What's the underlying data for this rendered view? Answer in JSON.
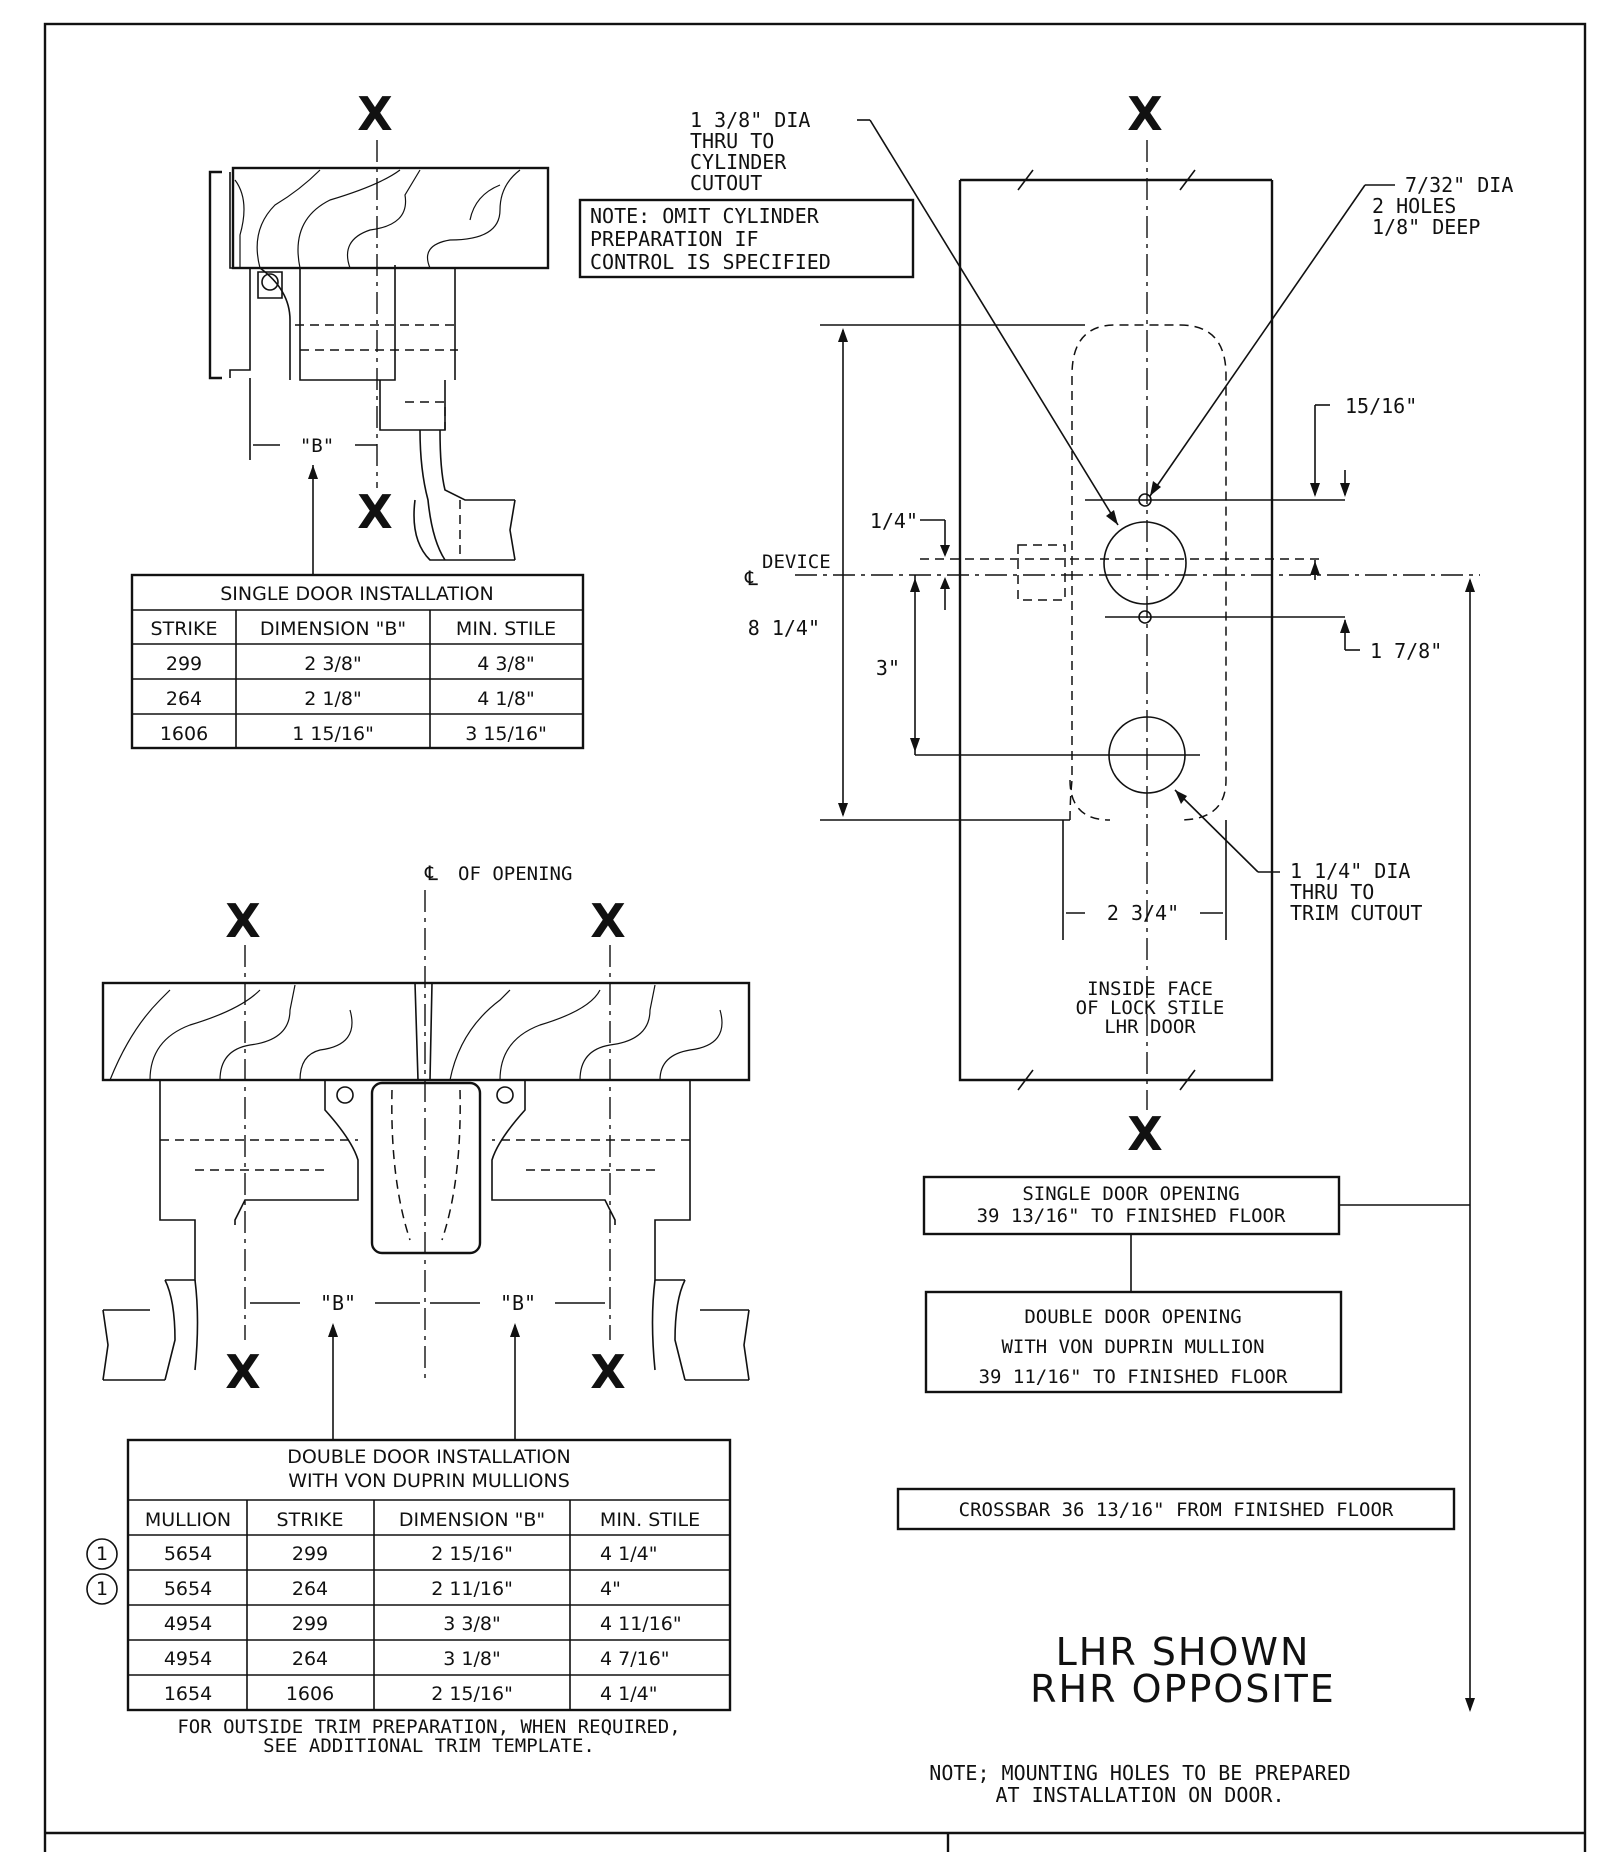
{
  "x_mark": "X",
  "notes": {
    "cyl_dia": [
      "1 3/8\" DIA",
      "THRU TO",
      "CYLINDER",
      "CUTOUT"
    ],
    "omit_cyl": [
      "NOTE: OMIT CYLINDER",
      "PREPARATION IF",
      "CONTROL IS SPECIFIED"
    ],
    "small_holes": [
      "7/32\" DIA",
      "2 HOLES",
      "1/8\" DEEP"
    ],
    "trim_dia": [
      "1 1/4\" DIA",
      "THRU TO",
      "TRIM CUTOUT"
    ],
    "inside_face": [
      "INSIDE FACE",
      "OF LOCK STILE",
      "LHR DOOR"
    ],
    "single_opening": [
      "SINGLE DOOR OPENING",
      "39 13/16\" TO FINISHED FLOOR"
    ],
    "double_opening": [
      "DOUBLE DOOR OPENING",
      "WITH VON DUPRIN MULLION",
      "39 11/16\" TO FINISHED FLOOR"
    ],
    "crossbar": "CROSSBAR 36 13/16\" FROM FINISHED FLOOR",
    "handing": [
      "LHR SHOWN",
      "RHR OPPOSITE"
    ],
    "mounting": [
      "NOTE; MOUNTING HOLES TO BE PREPARED",
      "AT INSTALLATION ON DOOR."
    ],
    "outside_trim": [
      "FOR OUTSIDE TRIM PREPARATION, WHEN REQUIRED,",
      "SEE ADDITIONAL TRIM TEMPLATE."
    ],
    "cl_symbol": "℄",
    "device": "DEVICE",
    "of_opening": "OF OPENING"
  },
  "dimensions": {
    "d15_16": "15/16\"",
    "d1_4": "1/4\"",
    "d8_1_4": "8 1/4\"",
    "d3": "3\"",
    "d1_7_8": "1 7/8\"",
    "d2_3_4": "2 3/4\"",
    "b_label": "\"B\""
  },
  "single_table": {
    "title": "SINGLE DOOR INSTALLATION",
    "headers": [
      "STRIKE",
      "DIMENSION \"B\"",
      "MIN. STILE"
    ],
    "rows": [
      [
        "299",
        "2 3/8\"",
        "4 3/8\""
      ],
      [
        "264",
        "2 1/8\"",
        "4 1/8\""
      ],
      [
        "1606",
        "1 15/16\"",
        "3 15/16\""
      ]
    ]
  },
  "double_table": {
    "title": [
      "DOUBLE DOOR INSTALLATION",
      "WITH VON DUPRIN MULLIONS"
    ],
    "headers": [
      "MULLION",
      "STRIKE",
      "DIMENSION \"B\"",
      "MIN. STILE"
    ],
    "rows": [
      {
        "marker": "1",
        "cells": [
          "5654",
          "299",
          "2 15/16\"",
          "4 1/4\""
        ]
      },
      {
        "marker": "1",
        "cells": [
          "5654",
          "264",
          "2 11/16\"",
          "4\""
        ]
      },
      {
        "marker": "",
        "cells": [
          "4954",
          "299",
          "3 3/8\"",
          "4 11/16\""
        ]
      },
      {
        "marker": "",
        "cells": [
          "4954",
          "264",
          "3 1/8\"",
          "4 7/16\""
        ]
      },
      {
        "marker": "",
        "cells": [
          "1654",
          "1606",
          "2 15/16\"",
          "4 1/4\""
        ]
      }
    ]
  }
}
